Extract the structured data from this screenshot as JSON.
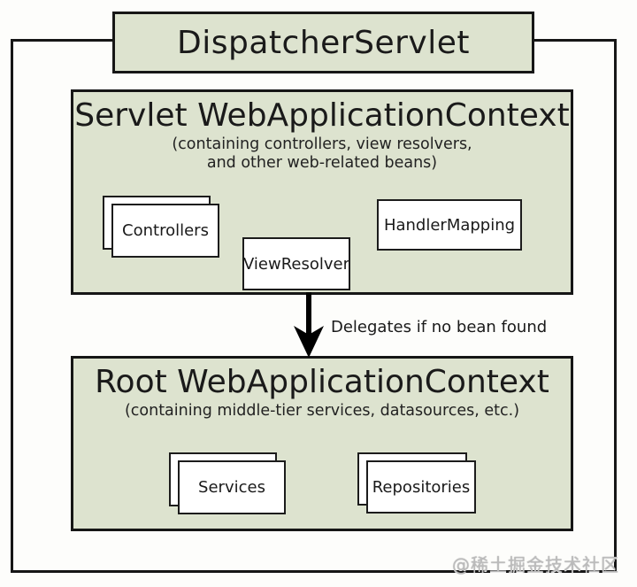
{
  "diagram": {
    "title": "DispatcherServlet",
    "servlet_context": {
      "heading": "Servlet WebApplicationContext",
      "subtitle_line1": "(containing controllers, view resolvers,",
      "subtitle_line2": "and other web-related beans)",
      "boxes": [
        {
          "label": "Controllers",
          "stacked": true
        },
        {
          "label": "ViewResolver",
          "stacked": false
        },
        {
          "label": "HandlerMapping",
          "stacked": false
        }
      ]
    },
    "arrow": {
      "icon": "down-arrow-icon",
      "label": "Delegates if no bean found"
    },
    "root_context": {
      "heading": "Root WebApplicationContext",
      "subtitle": "(containing middle-tier services, datasources, etc.)",
      "boxes": [
        {
          "label": "Services",
          "stacked": true
        },
        {
          "label": "Repositories",
          "stacked": true
        }
      ]
    },
    "watermark": "@稀土掘金技术社区",
    "colors": {
      "context_fill": "#dde3cf",
      "bean_fill": "#ffffff",
      "border": "#161616",
      "background": "#fdfdfb",
      "arrow": "#000000"
    }
  }
}
